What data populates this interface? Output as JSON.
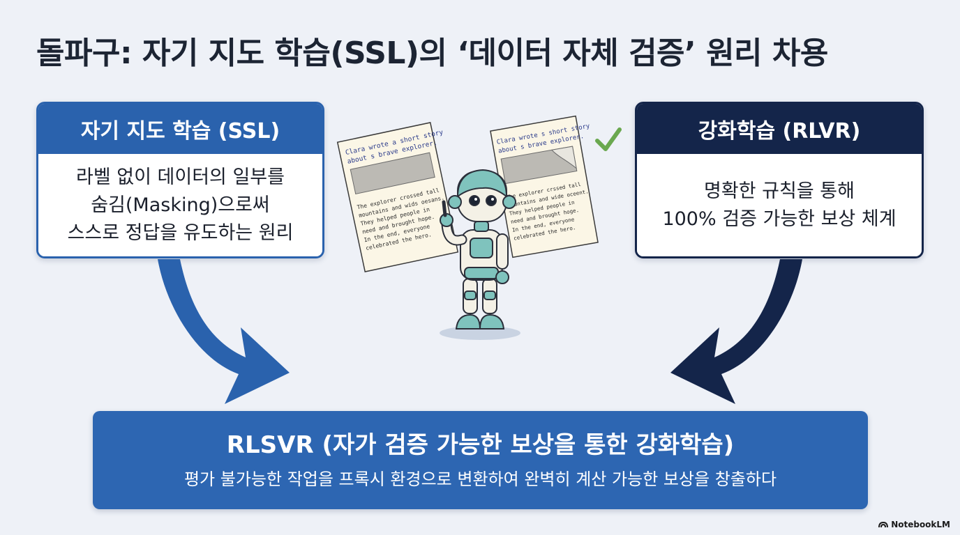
{
  "title": "돌파구: 자기 지도 학습(SSL)의 ‘데이터 자체 검증’ 원리 차용",
  "ssl": {
    "header": "자기 지도 학습 (SSL)",
    "lines": [
      "라벨 없이 데이터의 일부를",
      "숨김(Masking)으로써",
      "스스로 정답을 유도하는 원리"
    ]
  },
  "rlvr": {
    "header": "강화학습 (RLVR)",
    "lines": [
      "명확한 규칙을 통해",
      "100% 검증 가능한 보상 체계"
    ]
  },
  "result": {
    "title": "RLSVR (자가 검증 가능한 보상을 통한 강화학습)",
    "subtitle": "평가 불가능한 작업을 프록시 환경으로 변환하여 완벽히 계산 가능한 보상을 창출하다"
  },
  "papers": {
    "left": {
      "heading": [
        "Clara wrote a short story",
        "about s brave explorer."
      ],
      "body": [
        "The explorer crossed tall",
        "mountains and wids oesans.",
        "They helped people in",
        "need and brought hope.",
        "In the end, everyone",
        "celebrated the hero."
      ]
    },
    "right": {
      "heading": [
        "Clara wrote s short story",
        "about s brave explorer."
      ],
      "body": [
        "The explorer crssed tall",
        "mountains and wide oceent.",
        "They helped people in",
        "need and brought hoge.",
        "In the end, everyone",
        "celebrated the hero."
      ]
    }
  },
  "brand": "NotebookLM",
  "colors": {
    "ssl": "#2a62ad",
    "rlvr": "#14254a",
    "result": "#2d66b2",
    "check": "#6aa84f"
  }
}
